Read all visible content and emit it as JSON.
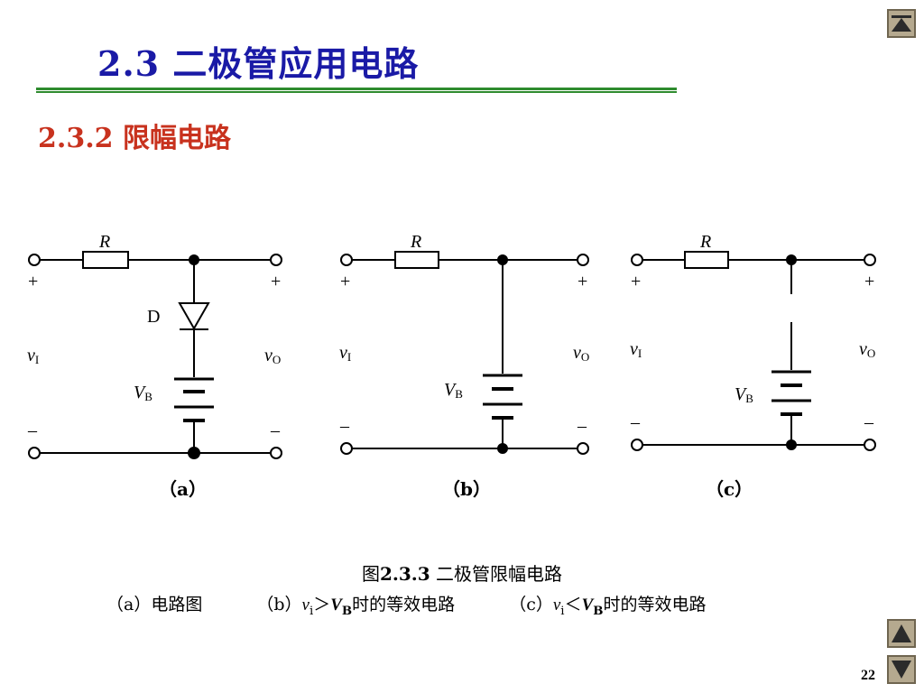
{
  "slide": {
    "title": "2.3  二极管应用电路",
    "subtitle": "2.3.2  限幅电路",
    "page_number": "22"
  },
  "circuits": {
    "a": {
      "caption": "（a）",
      "resistor": "R",
      "diode": "D",
      "vin": "v",
      "vin_sub": "I",
      "vout": "v",
      "vout_sub": "O",
      "vb": "V",
      "vb_sub": "B",
      "plus": "+",
      "minus": "–"
    },
    "b": {
      "caption": "（b）",
      "resistor": "R",
      "vin": "v",
      "vin_sub": "I",
      "vout": "v",
      "vout_sub": "O",
      "vb": "V",
      "vb_sub": "B",
      "plus": "+",
      "minus": "–"
    },
    "c": {
      "caption": "（c）",
      "resistor": "R",
      "vin": "v",
      "vin_sub": "I",
      "vout": "v",
      "vout_sub": "O",
      "vb": "V",
      "vb_sub": "B",
      "plus": "+",
      "minus": "–"
    }
  },
  "figure": {
    "caption_prefix": "图",
    "caption_number": "2.3.3",
    "caption_text": "  二极管限幅电路",
    "sub_a": {
      "label": "（a）",
      "text": "电路图"
    },
    "sub_b": {
      "label": "（b）",
      "v": "v",
      "v_sub": "i",
      "cmp": "＞",
      "V": "V",
      "V_sub": "B",
      "text": "时的等效电路"
    },
    "sub_c": {
      "label": "（c）",
      "v": "v",
      "v_sub": "i",
      "cmp": "＜",
      "V": "V",
      "V_sub": "B",
      "text": "时的等效电路"
    }
  },
  "nav": {
    "top_icon": "up-triangle-icon",
    "prev_icon": "up-triangle-icon",
    "next_icon": "down-triangle-icon"
  },
  "colors": {
    "title": "#1a1aa6",
    "subtitle": "#c8321e",
    "rule": "#2e8b2e",
    "nav_bg": "#b5a98f"
  }
}
